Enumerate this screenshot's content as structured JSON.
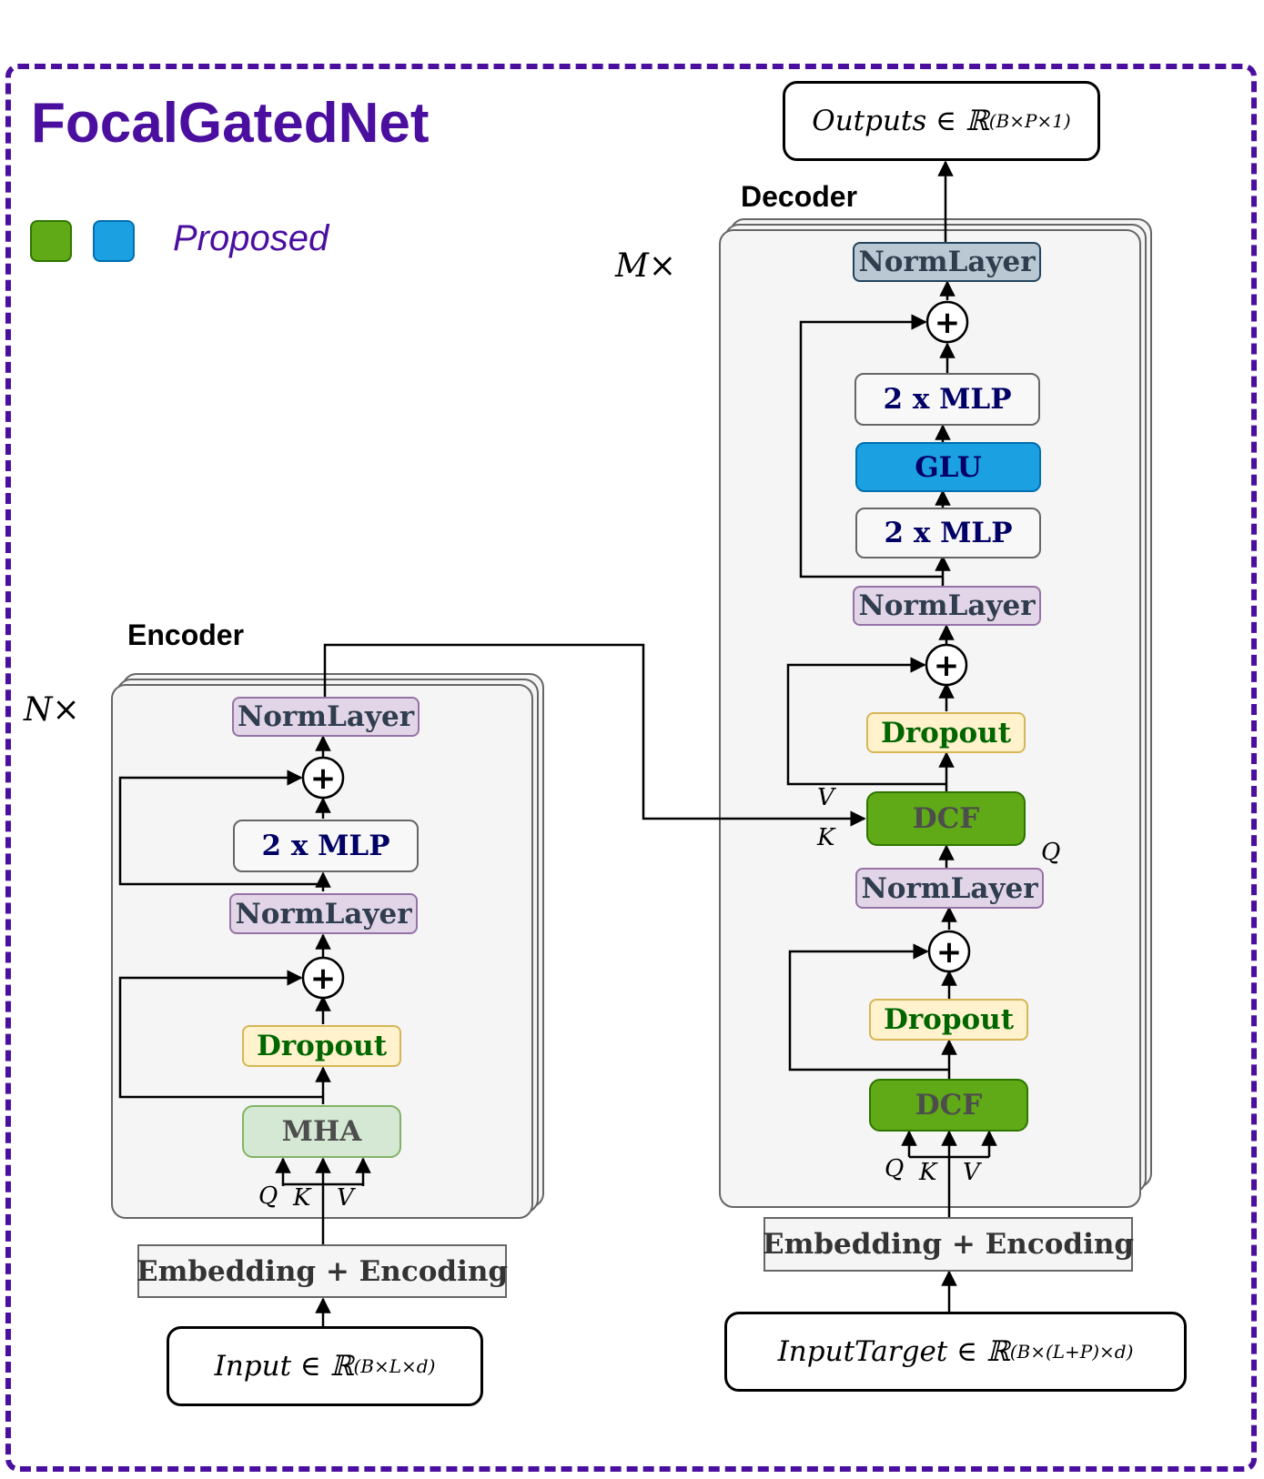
{
  "title": "FocalGatedNet",
  "legend": {
    "label": "Proposed",
    "colors": [
      "#60a917",
      "#1ba1e2"
    ]
  },
  "encoder": {
    "label": "Encoder",
    "repeat": "N×",
    "norm_top": "NormLayer",
    "mlp": "2 x MLP",
    "norm_mid": "NormLayer",
    "dropout": "Dropout",
    "mha": "MHA",
    "q": "Q",
    "k": "K",
    "v": "V",
    "embedding": "Embedding + Encoding",
    "input_main": "Input ∈ ℝ",
    "input_sup": "(B×L×d)"
  },
  "decoder": {
    "label": "Decoder",
    "repeat": "M×",
    "norm_top": "NormLayer",
    "mlp_top": "2 x MLP",
    "glu": "GLU",
    "mlp_bottom": "2 x MLP",
    "norm_upper": "NormLayer",
    "dropout_upper": "Dropout",
    "dcf_cross": "DCF",
    "cross_v": "V",
    "cross_k": "K",
    "cross_q": "Q",
    "norm_lower": "NormLayer",
    "dropout_lower": "Dropout",
    "dcf_self": "DCF",
    "q": "Q",
    "k": "K",
    "v": "V",
    "embedding": "Embedding + Encoding",
    "input_main": "InputTarget ∈ ℝ",
    "input_sup": "(B×(L+P)×d)",
    "output_main": "Outputs ∈ ℝ",
    "output_sup": "(B×P×1)"
  },
  "plus_symbol": "+"
}
